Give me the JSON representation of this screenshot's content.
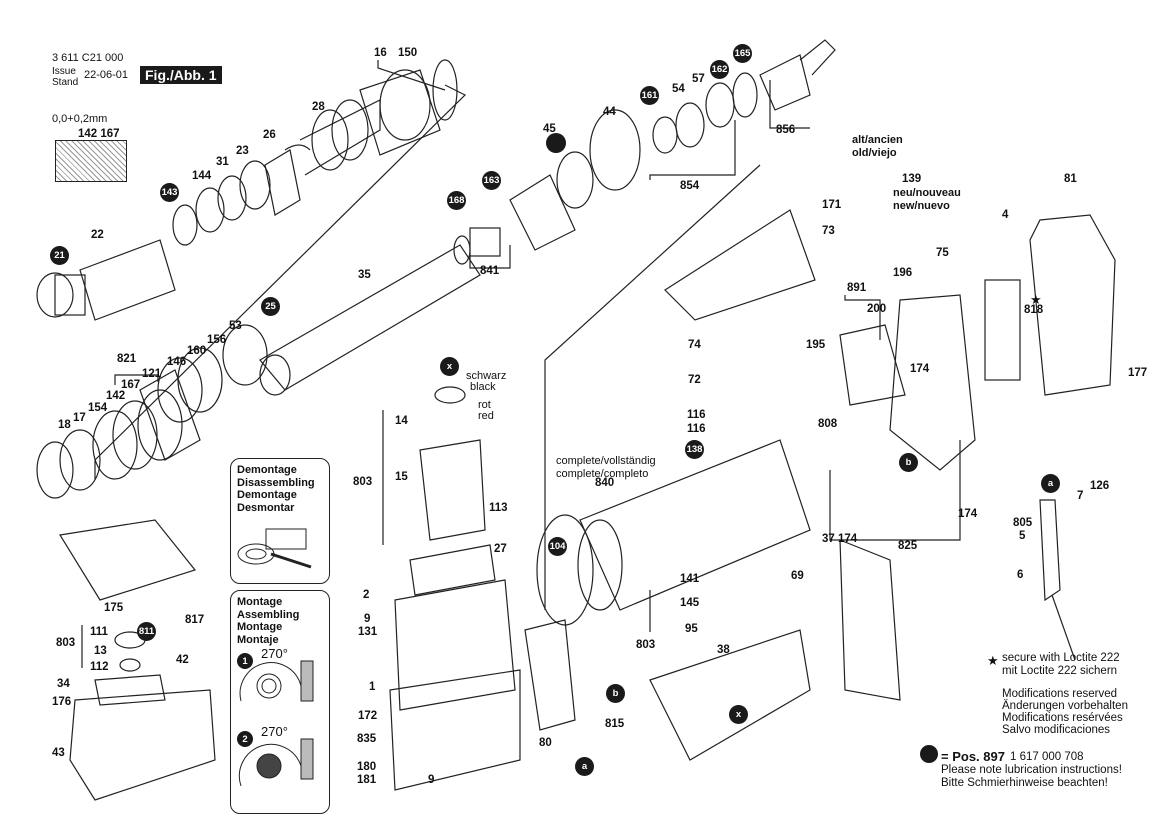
{
  "header": {
    "part_number": "3 611 C21 000",
    "issue_label": "Issue",
    "stand_label": "Stand",
    "date": "22-06-01",
    "figure": "Fig./Abb. 1",
    "tolerance": "0,0+0,2mm",
    "detail_parts": "142 167"
  },
  "labels": [
    "16",
    "150",
    "28",
    "26",
    "23",
    "31",
    "144",
    "22",
    "35",
    "53",
    "156",
    "160",
    "146",
    "821",
    "121",
    "167",
    "142",
    "154",
    "17",
    "18",
    "45",
    "44",
    "54",
    "57",
    "856",
    "854",
    "841",
    "171",
    "73",
    "81",
    "4",
    "75",
    "196",
    "891",
    "200",
    "818",
    "195",
    "174",
    "177",
    "74",
    "72",
    "116",
    "116",
    "808",
    "174",
    "825",
    "126",
    "7",
    "805",
    "5",
    "6",
    "840",
    "141",
    "145",
    "95",
    "803",
    "37 174",
    "69",
    "38",
    "14",
    "803",
    "15",
    "113",
    "27",
    "2",
    "9",
    "131",
    "1",
    "172",
    "835",
    "180",
    "181",
    "9",
    "80",
    "815",
    "175",
    "817",
    "803",
    "111",
    "13",
    "112",
    "42",
    "34",
    "176",
    "43",
    "139"
  ],
  "markers": [
    "143",
    "21",
    "25",
    "161",
    "162",
    "165",
    "168",
    "163",
    "138",
    "104",
    "811",
    "x",
    "x",
    "a",
    "a",
    "b",
    "b"
  ],
  "variants": {
    "old": [
      "alt/ancien",
      "old/viejo"
    ],
    "new": [
      "neu/nouveau",
      "new/nuevo"
    ],
    "complete": [
      "complete/vollständig",
      "complete/completo"
    ]
  },
  "wires": {
    "black": [
      "schwarz",
      "black"
    ],
    "red": [
      "rot",
      "red"
    ]
  },
  "disassembly": [
    "Demontage",
    "Disassembling",
    "Demontage",
    "Desmontar"
  ],
  "assembly": [
    "Montage",
    "Assembling",
    "Montage",
    "Montaje"
  ],
  "steps": [
    {
      "n": "1",
      "angle": "270°"
    },
    {
      "n": "2",
      "angle": "270°"
    }
  ],
  "notes": {
    "loctite": [
      "secure with Loctite 222",
      "mit Loctite 222 sichern"
    ],
    "modifications": [
      "Modifications reserved",
      "Änderungen vorbehalten",
      "Modifications resérvées",
      "Salvo modificaciones"
    ],
    "lubrication_pos": "= Pos. 897",
    "lubrication_part": "1 617 000 708",
    "lubrication_text": [
      "Please note lubrication instructions!",
      "Bitte Schmierhinweise beachten!"
    ]
  },
  "icons": {
    "star": "star-icon",
    "lube": "filled-circle-icon"
  }
}
